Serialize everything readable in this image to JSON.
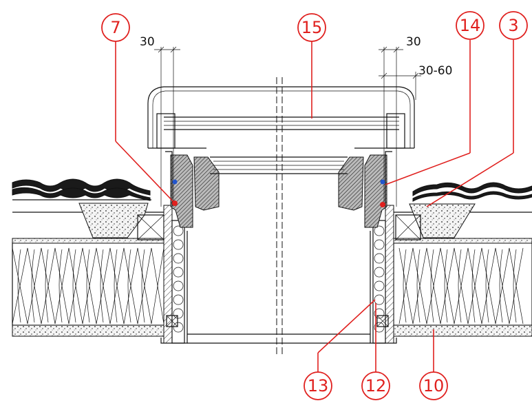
{
  "callouts": [
    {
      "id": "c7",
      "label": "7"
    },
    {
      "id": "c15",
      "label": "15"
    },
    {
      "id": "c14",
      "label": "14"
    },
    {
      "id": "c3",
      "label": "3"
    },
    {
      "id": "c13",
      "label": "13"
    },
    {
      "id": "c12",
      "label": "12"
    },
    {
      "id": "c10",
      "label": "10"
    }
  ],
  "dimensions": {
    "left_gap": "30",
    "right_gap": "30",
    "right_range": "30-60"
  },
  "colors": {
    "callout": "#e0201e",
    "line": "#111111",
    "marker_red": "#e0201e",
    "marker_blue": "#2255cc"
  }
}
